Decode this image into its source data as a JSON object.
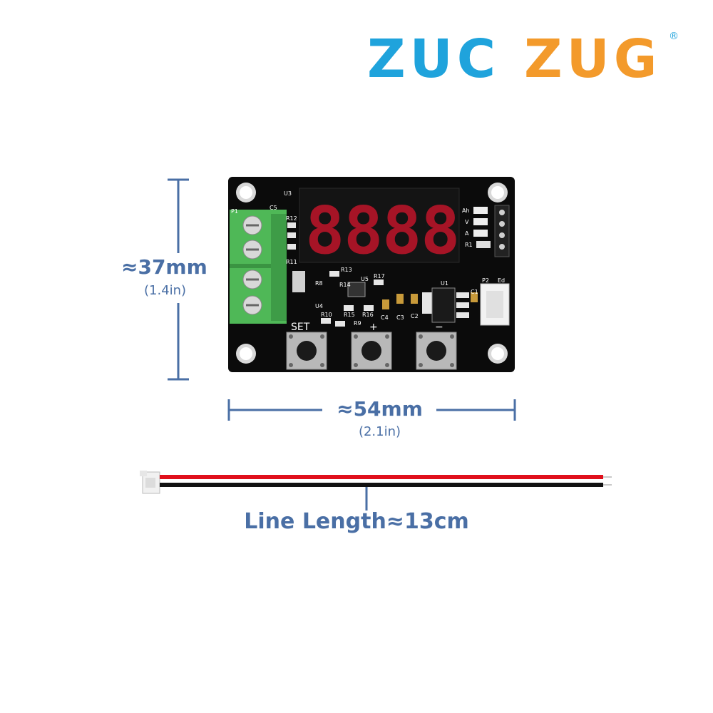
{
  "logo": {
    "part1": "ZUC",
    "part2": "ZUG",
    "registered": "®",
    "colors": {
      "part1": "#1fa3dc",
      "part2": "#f39a2b"
    }
  },
  "board": {
    "display_digits": [
      "8",
      "8",
      "8",
      "8"
    ],
    "button_labels": [
      "SET",
      "+",
      "−"
    ],
    "silkscreen": [
      "U3",
      "C5",
      "P1",
      "R12",
      "R11",
      "R13",
      "R8",
      "U4",
      "R14",
      "U5",
      "R17",
      "R10",
      "R15",
      "R16",
      "R9",
      "C4",
      "C3",
      "C2",
      "U1",
      "C1",
      "P2",
      "Ed",
      "Ah",
      "V",
      "A",
      "R1"
    ],
    "colors": {
      "pcb": "#0b0b0b",
      "terminal": "#4fb857",
      "display": "#c0152a"
    }
  },
  "dimensions": {
    "height_label": "≈37mm",
    "height_sub": "(1.4in)",
    "width_label": "≈54mm",
    "width_sub": "(2.1in)",
    "line_length_label": "Line Length≈13cm",
    "color": "#4a6fa5"
  },
  "cable": {
    "colors": {
      "red": "#e0101c",
      "black": "#111111"
    }
  }
}
